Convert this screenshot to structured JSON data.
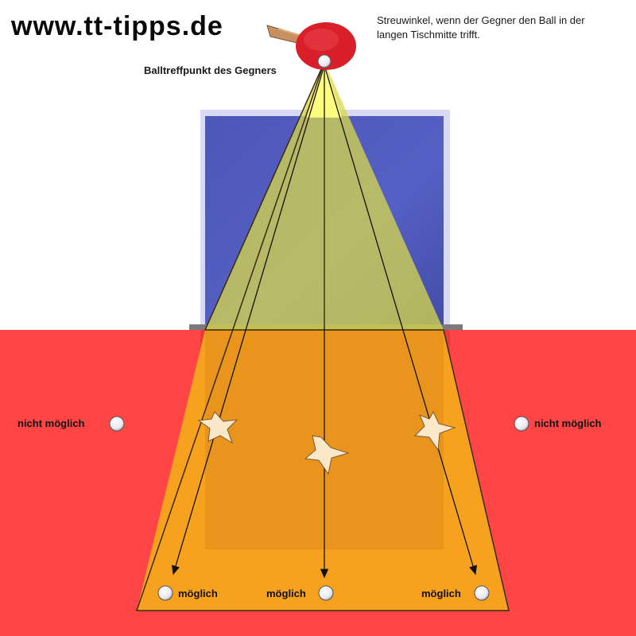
{
  "site_title": "www.tt-tipps.de",
  "caption": "Streuwinkel, wenn der Gegner den Ball in der langen Tischmitte trifft.",
  "impact_label": "Balltreffpunkt des Gegners",
  "labels": {
    "not_possible_left": "nicht möglich",
    "not_possible_right": "nicht möglich",
    "possible_left": "möglich",
    "possible_center": "möglich",
    "possible_right": "möglich"
  },
  "colors": {
    "opponent_table": "#4b55b5",
    "own_zone": "#ff4040",
    "scatter_cone": "#f5a020",
    "racket": "#d9202a"
  }
}
